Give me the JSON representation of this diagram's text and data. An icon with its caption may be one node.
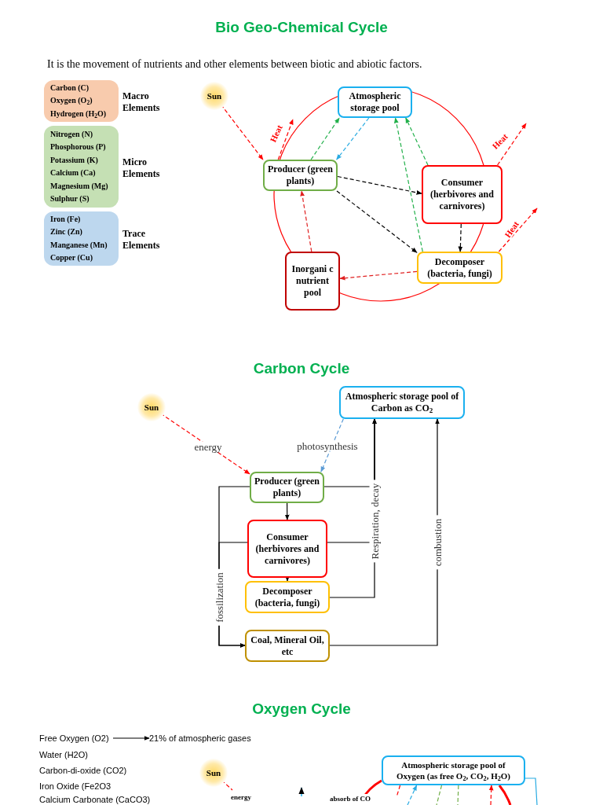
{
  "diagram": {
    "title": "Bio Geo-Chemical Cycle",
    "nodes": [
      {
        "text": [
          "Carbon (C)",
          "Oxygen (O$_{2}$)",
          "Hydrogen (H$_{2}$O)"
        ],
        "beside": [
          "Macro Elements"
        ]
      },
      {
        "text": [
          "Nitrogen (N)",
          "Phosphorous (P)",
          "Potassium (K)",
          "Calcium (Ca)",
          "Magnesium (Mg)",
          "Sulphur (S)"
        ],
        "beside": [
          "Micro Elements"
        ]
      },
      {
        "text": [
          "Iron (Fe)",
          "Zinc (Zn)",
          "Manganese (Mn)",
          "Copper (Cu)"
        ],
        "beside": [
          "Trace Elements"
        ]
      },
      {
        "text": [
          "Sun"
        ]
      },
      {
        "text": [
          "Atmospheric storage pool"
        ]
      },
      {
        "text": [
          "Producer (green plants)"
        ]
      },
      {
        "text": [
          "Consumer (herbivores and carnivores)"
        ]
      },
      {
        "text": [
          "Decomposer (bacteria, fungi)"
        ]
      },
      {
        "text": [
          "Inorgani c nutrient pool"
        ]
      },
      {
        "text": [
          "Sun"
        ]
      },
      {
        "text": [
          "Atmospheric storage pool of Carbon as CO$_{2}$"
        ]
      },
      {
        "text": [
          "Producer (green plants)"
        ]
      },
      {
        "text": [
          "Consumer (herbivores and carnivores)"
        ]
      },
      {
        "text": [
          "Decomposer (bacteria, fungi)"
        ]
      },
      {
        "text": [
          "Coal, Mineral Oil, etc"
        ]
      },
      {
        "text": [
          "Free Oxygen (O2)"
        ]
      },
      {
        "text": [
          "21% of atmospheric gases"
        ]
      },
      {
        "text": [
          "Sun"
        ]
      },
      {
        "text": [
          "Atmospheric storage pool of Oxygen (as free O$_{2}$, CO$_{2}$, H$_{2}$O)"
        ]
      }
    ],
    "edges": [
      {
        "from": 3,
        "to": 5,
        "arrow": "to",
        "style": "dashed",
        "color": "#ff0000"
      },
      {
        "from": 5,
        "to": 4,
        "arrow": "to",
        "style": "dashed",
        "color": "#22b04b"
      },
      {
        "from": 4,
        "to": 5,
        "arrow": "to",
        "style": "dashed",
        "color": "#29abe2"
      },
      {
        "from": 6,
        "to": 4,
        "arrow": "to",
        "style": "dashed",
        "color": "#22b04b"
      },
      {
        "from": 7,
        "to": 4,
        "arrow": "to",
        "style": "dashed",
        "color": "#22b04b"
      },
      {
        "from": 5,
        "to": 6,
        "arrow": "to",
        "style": "dashed"
      },
      {
        "from": 5,
        "to": 7,
        "arrow": "to",
        "style": "dashed"
      },
      {
        "from": 6,
        "to": 7,
        "arrow": "to",
        "style": "dashed"
      },
      {
        "from": 7,
        "to": 8,
        "arrow": "to",
        "style": "dashed",
        "color": "#e02020"
      },
      {
        "from": 8,
        "to": 5,
        "arrow": "to",
        "style": "dashed",
        "color": "#e02020"
      },
      {
        "from": 5,
        "to": null,
        "arrow": "to",
        "label": "Heat",
        "style": "dashed",
        "color": "#ff0000"
      },
      {
        "from": 6,
        "to": null,
        "arrow": "to",
        "label": "Heat",
        "style": "dashed",
        "color": "#ff0000"
      },
      {
        "from": 7,
        "to": null,
        "arrow": "to",
        "label": "Heat",
        "style": "dashed",
        "color": "#ff0000"
      },
      {
        "from": 9,
        "to": 11,
        "arrow": "to",
        "label": "energy",
        "style": "dashed",
        "color": "#ff0000"
      },
      {
        "from": 10,
        "to": 11,
        "arrow": "to",
        "label": "photosynthesis",
        "style": "dashed",
        "color": "#5b9bd5"
      },
      {
        "from": 11,
        "to": 12,
        "arrow": "to"
      },
      {
        "from": 12,
        "to": 13,
        "arrow": "to"
      },
      {
        "from": 11,
        "to": 10,
        "arrow": "to"
      },
      {
        "from": 12,
        "to": 10,
        "arrow": "to"
      },
      {
        "from": 13,
        "to": 10,
        "arrow": "to",
        "label": "Respiration, decay"
      },
      {
        "from": 11,
        "to": 14,
        "arrow": "to"
      },
      {
        "from": 12,
        "to": 14,
        "arrow": "to",
        "label": "fossilization"
      },
      {
        "from": 14,
        "to": 10,
        "arrow": "to",
        "label": "combustion"
      },
      {
        "from": 15,
        "to": 16,
        "arrow": "to"
      },
      {
        "from": 17,
        "to": null,
        "arrow": "none",
        "label": "energy",
        "style": "dashed",
        "color": "#ff0000"
      },
      {
        "from": null,
        "to": 18,
        "arrow": "to",
        "style": "dashed",
        "color": "#29abe2"
      },
      {
        "from": 18,
        "to": null,
        "arrow": "none",
        "style": "dashed",
        "color": "#70ad47"
      },
      {
        "from": 18,
        "to": null,
        "arrow": "none",
        "style": "dashed",
        "color": "#70ad47"
      },
      {
        "from": null,
        "to": 18,
        "arrow": "to",
        "style": "dashed",
        "color": "#ff0000"
      },
      {
        "from": 18,
        "to": null,
        "arrow": "none",
        "style": "dashed",
        "color": "#ff0000"
      },
      {
        "from": 18,
        "to": null,
        "arrow": "none",
        "color": "#29abe2"
      }
    ],
    "labels": [
      "It is the movement of nutrients and other elements between biotic and abiotic factors.",
      "Carbon Cycle",
      "Oxygen Cycle",
      "Water (H2O)",
      "Carbon-di-oxide (CO2)",
      "Iron Oxide (Fe2O3",
      "Calcium Carbonate (CaCO3)",
      "absorb of CO"
    ]
  }
}
